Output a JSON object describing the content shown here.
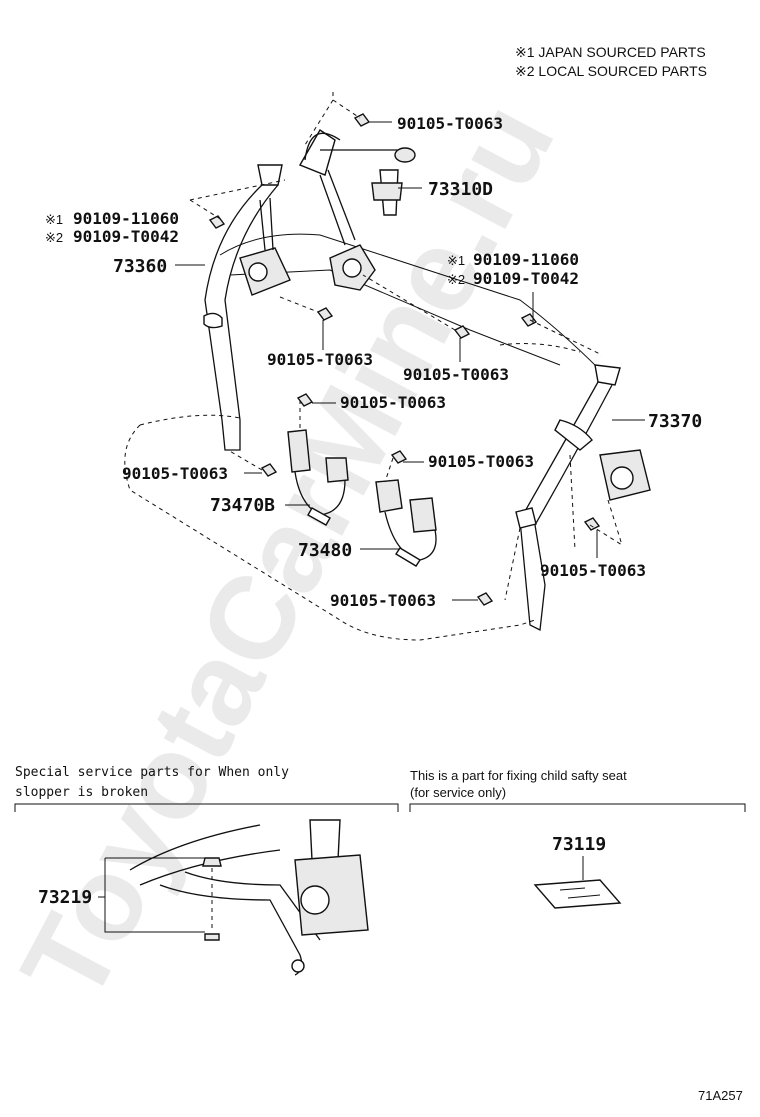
{
  "legend": {
    "line1": "※1 JAPAN SOURCED PARTS",
    "line2": "※2 LOCAL SOURCED PARTS"
  },
  "watermark": "ToyotaCarMine.ru",
  "callouts": {
    "bolt_top": "90105-T0063",
    "retractor_upper": "73310D",
    "left_jp_mark": "※1",
    "left_jp": "90109-11060",
    "left_local_mark": "※2",
    "left_local": "90109-T0042",
    "belt_left": "73360",
    "right_jp_mark": "※1",
    "right_jp": "90109-11060",
    "right_local_mark": "※2",
    "right_local": "90109-T0042",
    "bolt_left_mid": "90105-T0063",
    "bolt_center_mid": "90105-T0063",
    "bolt_buckle_left": "90105-T0063",
    "belt_right": "73370",
    "bolt_floor_left": "90105-T0063",
    "buckle_left": "73470B",
    "bolt_buckle_center": "90105-T0063",
    "buckle_center": "73480",
    "bolt_right_lower": "90105-T0063",
    "bolt_floor_center": "90105-T0063"
  },
  "service_left": {
    "note_line1": "Special service parts for When only",
    "note_line2": "slopper is broken",
    "part": "73219"
  },
  "service_right": {
    "note_line1": "This is a part for fixing child safty seat",
    "note_line2": "(for service only)",
    "part": "73119"
  },
  "figure_code": "71A257"
}
